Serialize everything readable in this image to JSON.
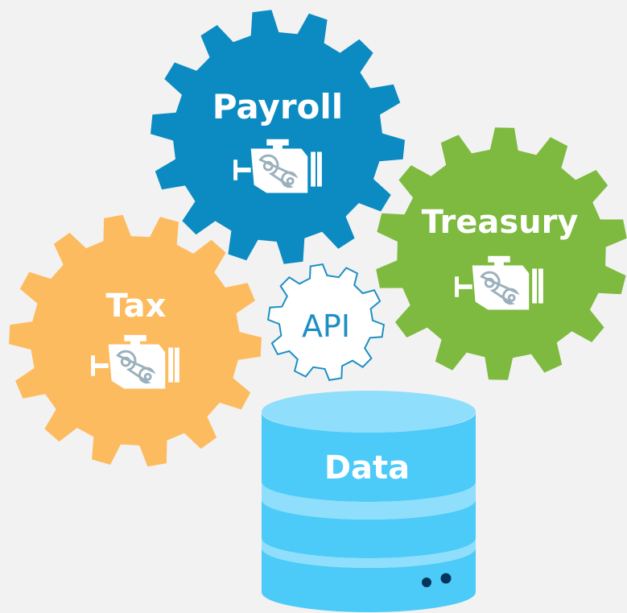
{
  "gears": {
    "payroll": {
      "label": "Payroll",
      "color": "#0b8bc1",
      "icon": "engine-icon"
    },
    "treasury": {
      "label": "Treasury",
      "color": "#7dba3f",
      "icon": "engine-icon"
    },
    "tax": {
      "label": "Tax",
      "color": "#fdbb5f",
      "icon": "engine-icon"
    },
    "api": {
      "label": "API",
      "color": "#1d8fc4",
      "icon": "gear-icon"
    }
  },
  "database": {
    "label": "Data",
    "color": "#4ccbf8",
    "top_color": "#8fdefc",
    "icon": "database-icon"
  }
}
